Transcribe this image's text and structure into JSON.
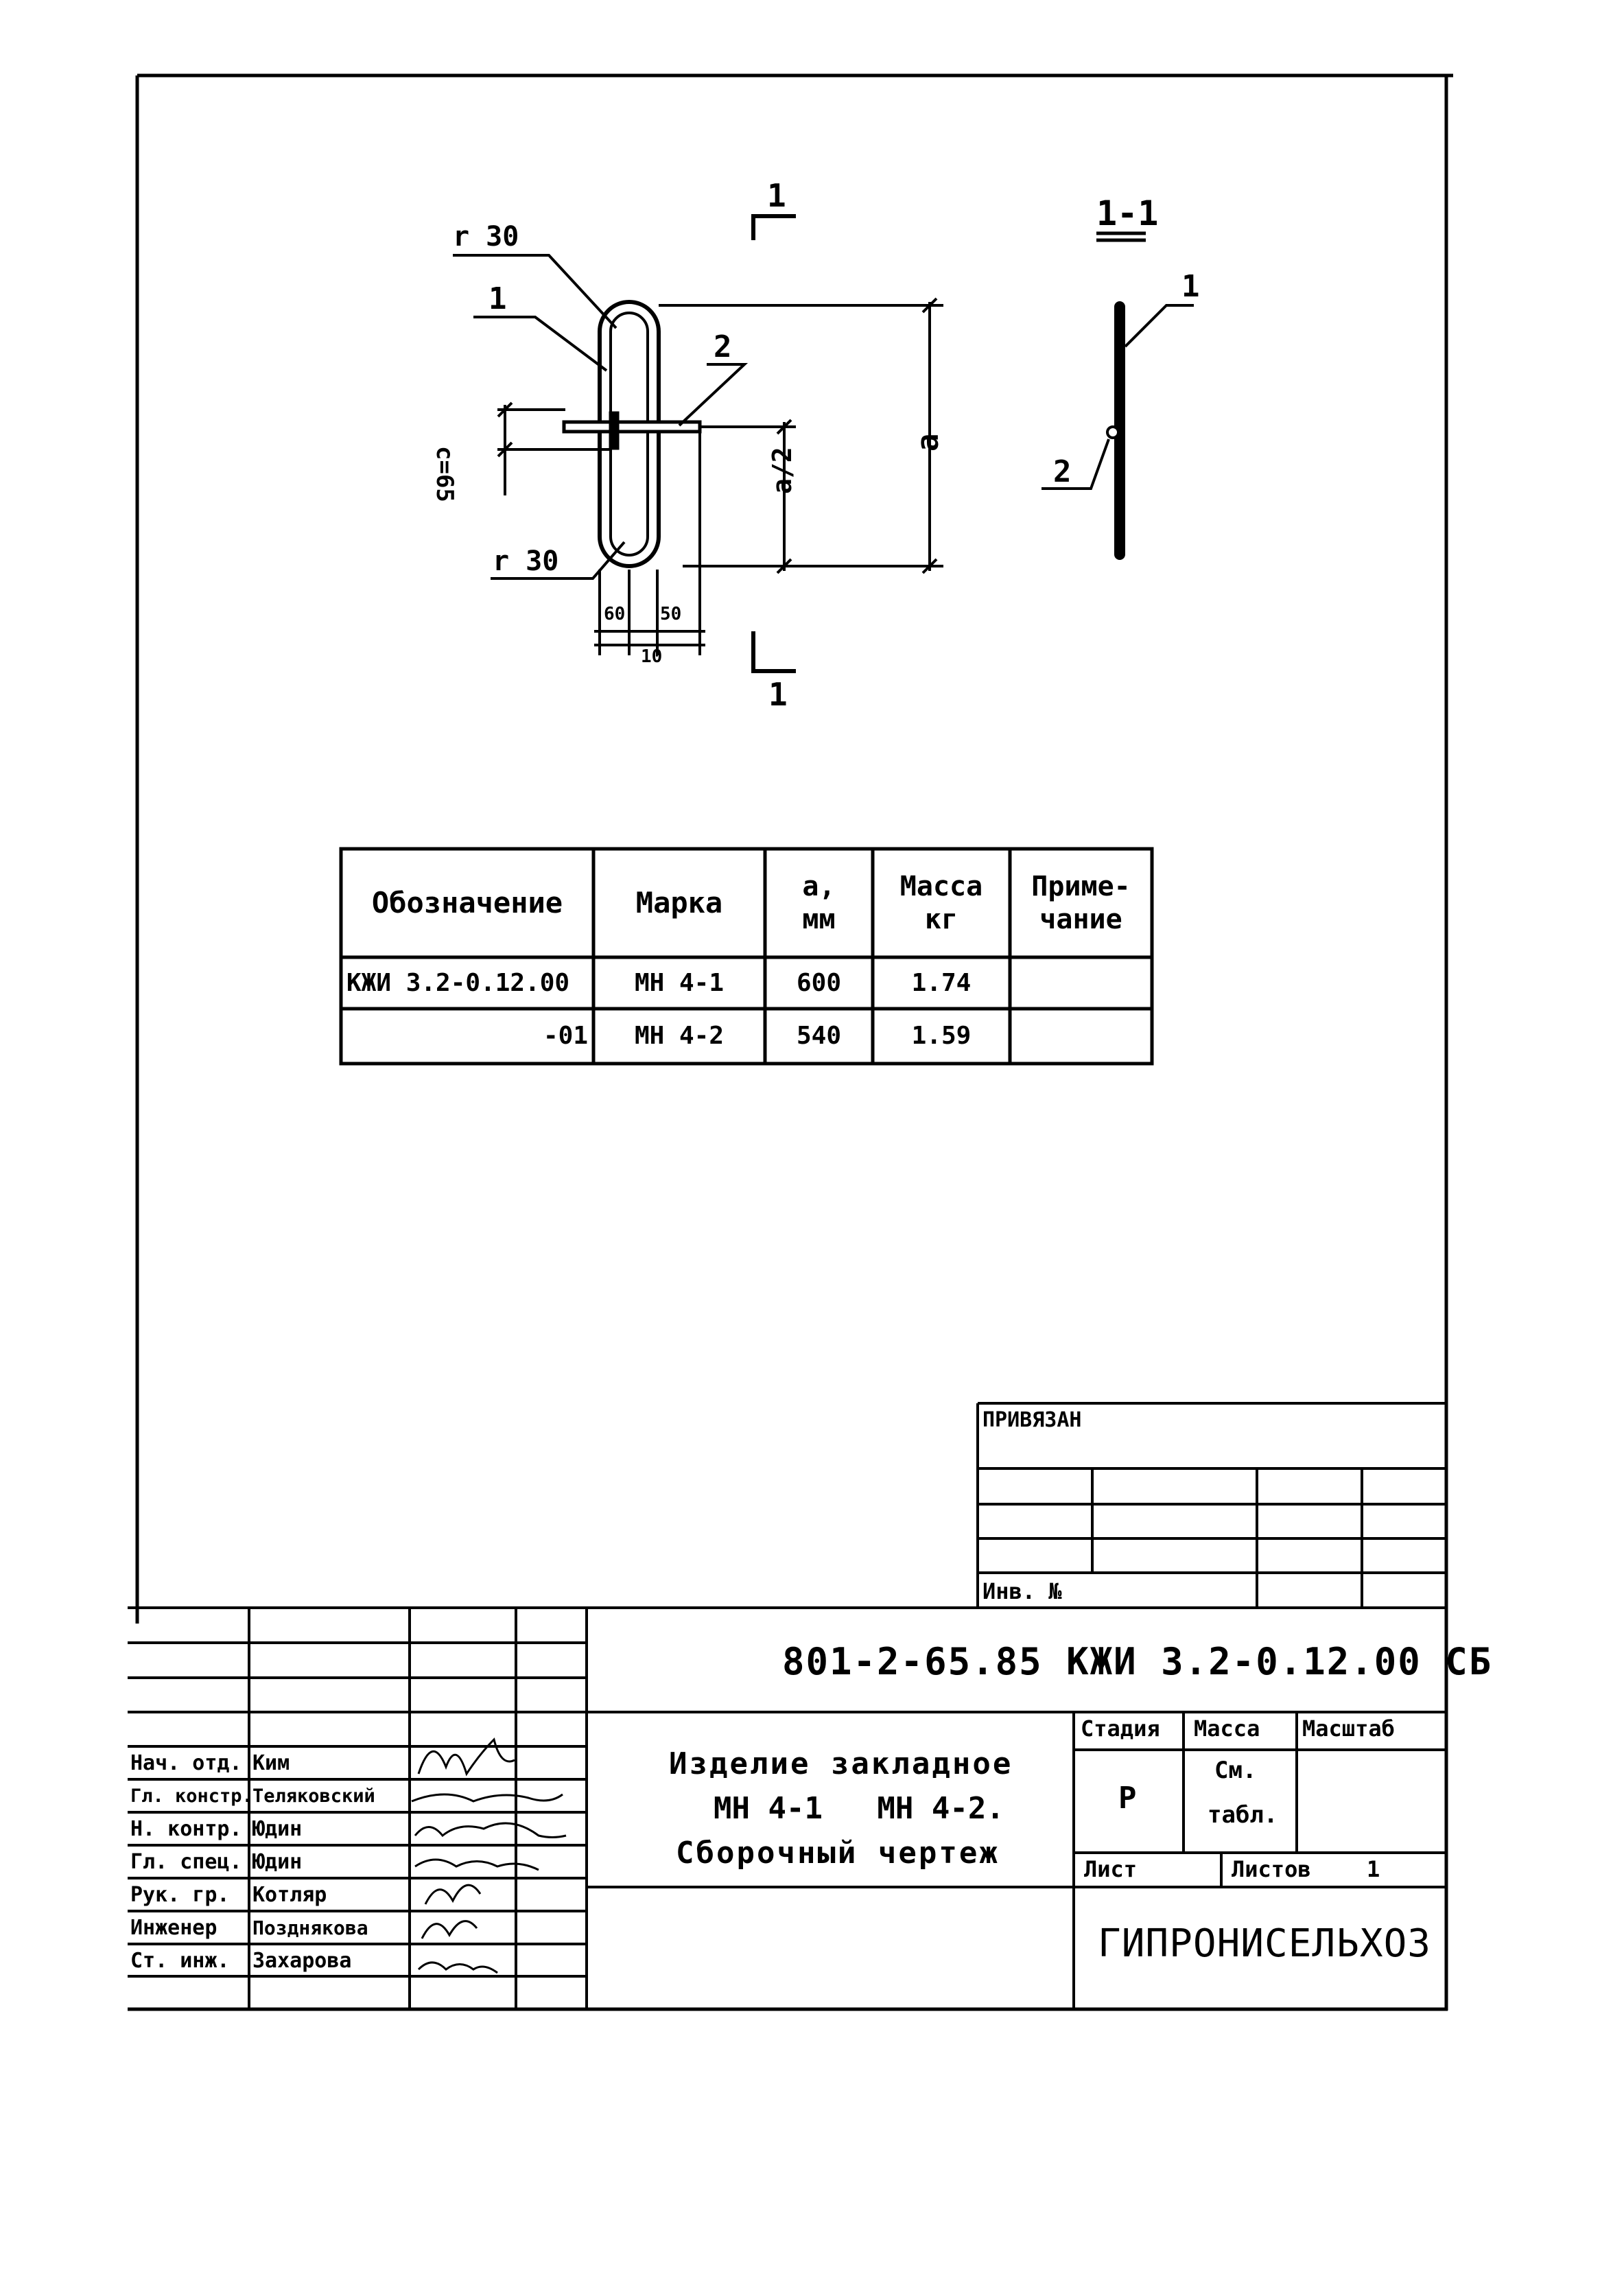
{
  "drawing": {
    "r30_top": "r 30",
    "r30_bottom": "r 30",
    "pos1_left": "1",
    "pos2_left": "2",
    "c65": "c=65",
    "a_half": "a/2",
    "a": "a",
    "dim60": "60",
    "dim50": "50",
    "dim10": "10",
    "section_mark_top": "1",
    "section_mark_bottom": "1",
    "section_title": "1-1",
    "section_pos1": "1",
    "section_pos2": "2"
  },
  "spec_table": {
    "headers": [
      "Обозначение",
      "Марка",
      "a,\nмм",
      "Масса\nкг",
      "Приме-\nчание"
    ],
    "rows": [
      [
        "КЖИ 3.2-0.12.00",
        "МН 4-1",
        "600",
        "1.74",
        ""
      ],
      [
        "-01",
        "МН 4-2",
        "540",
        "1.59",
        ""
      ]
    ]
  },
  "stamp": {
    "privyazan_label": "ПРИВЯЗАН",
    "inv_label": "Инв. №"
  },
  "title_block": {
    "doc_code": "801-2-65.85 КЖИ 3.2-0.12.00 СБ",
    "title_line1": "Изделие закладное",
    "title_line2": "МН 4-1   МН 4-2.",
    "title_line3": "Сборочный чертеж",
    "stage_label": "Стадия",
    "mass_label": "Масса",
    "scale_label": "Масштаб",
    "stage_value": "Р",
    "mass_value_line1": "См.",
    "mass_value_line2": "табл.",
    "sheet_label": "Лист",
    "sheets_label": "Листов",
    "sheets_value": "1",
    "organization": "ГИПРОНИСЕЛЬХОЗ",
    "signatories": [
      {
        "role": "Нач. отд.",
        "name": "Ким"
      },
      {
        "role": "Гл. констр.",
        "name": "Теляковский"
      },
      {
        "role": "Н. контр.",
        "name": "Юдин"
      },
      {
        "role": "Гл. спец.",
        "name": "Юдин"
      },
      {
        "role": "Рук. гр.",
        "name": "Котляр"
      },
      {
        "role": "Инженер",
        "name": "Позднякова"
      },
      {
        "role": "Ст. инж.",
        "name": "Захарова"
      }
    ]
  }
}
